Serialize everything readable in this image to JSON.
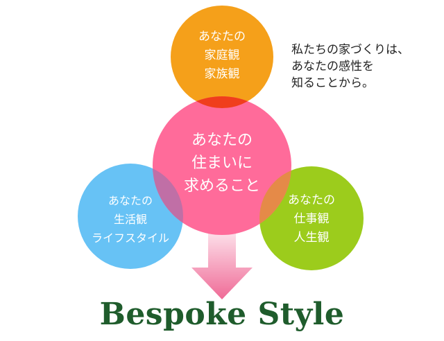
{
  "colors": {
    "orange": "#f5a01a",
    "pink": "#ff6b9a",
    "blue": "#67c2f5",
    "green": "#9ccc1c",
    "title": "#1f5c2c",
    "arrow_top": "#fde3ec",
    "arrow_bottom": "#ef6a96"
  },
  "circles": {
    "family": {
      "lines": [
        "あなたの",
        "家庭観",
        "家族観"
      ]
    },
    "home": {
      "lines": [
        "あなたの",
        "住まいに",
        "求めること"
      ]
    },
    "lifestyle": {
      "lines": [
        "あなたの",
        "生活観",
        "ライフスタイル"
      ]
    },
    "work": {
      "lines": [
        "あなたの",
        "仕事観",
        "人生観"
      ]
    }
  },
  "tagline": [
    "私たちの家づくりは、",
    "あなたの感性を",
    "知ることから。"
  ],
  "title": "Bespoke Style",
  "arrow_icon": "down-arrow-icon"
}
